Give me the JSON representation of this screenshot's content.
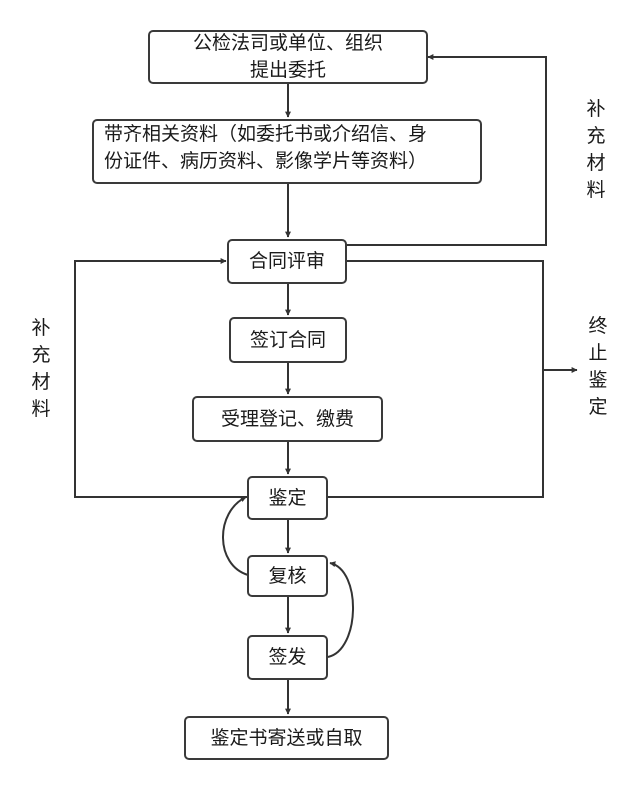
{
  "boxes": {
    "entrust": {
      "line1": "公检法司或单位、组织",
      "line2": "提出委托"
    },
    "materials": {
      "line1": "带齐相关资料（如委托书或介绍信、身",
      "line2": "份证件、病历资料、影像学片等资料）"
    },
    "contract_review": "合同评审",
    "sign_contract": "签订合同",
    "accept_register": "受理登记、缴费",
    "appraisal": "鉴定",
    "review": "复核",
    "issue": "签发",
    "report_delivery": "鉴定书寄送或自取"
  },
  "side_labels": {
    "right_top": [
      "补",
      "充",
      "材",
      "料"
    ],
    "left_mid": [
      "补",
      "充",
      "材",
      "料"
    ],
    "right_mid": [
      "终",
      "止",
      "鉴",
      "定"
    ]
  }
}
